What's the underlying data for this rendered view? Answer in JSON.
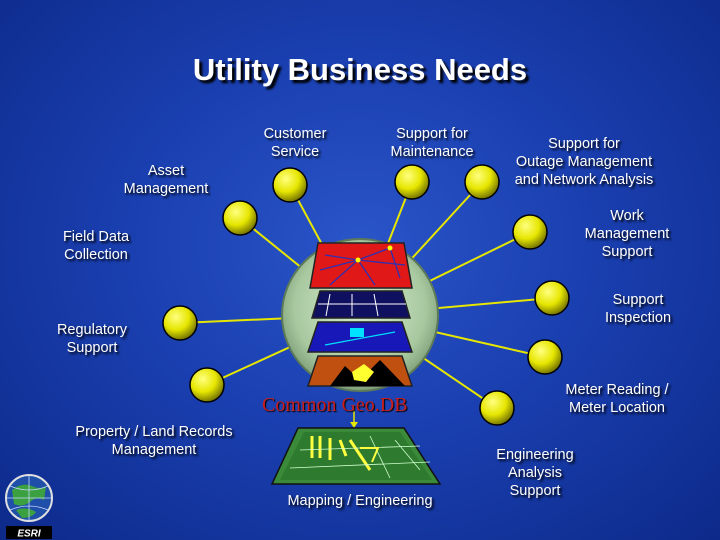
{
  "title": "Utility Business Needs",
  "center_label": "Common Geo.DB",
  "labels": {
    "customer_service": [
      "Customer",
      "Service"
    ],
    "support_maintenance": [
      "Support for",
      "Maintenance"
    ],
    "outage_management": [
      "Support for",
      "Outage Management",
      "and Network Analysis"
    ],
    "asset_management": [
      "Asset",
      "Management"
    ],
    "field_data": [
      "Field Data",
      "Collection"
    ],
    "work_management": [
      "Work",
      "Management",
      "Support"
    ],
    "support_inspection": [
      "Support",
      "Inspection"
    ],
    "regulatory_support": [
      "Regulatory",
      "Support"
    ],
    "meter_reading": [
      "Meter Reading /",
      "Meter Location"
    ],
    "property_land": [
      "Property / Land Records",
      "Management"
    ],
    "mapping_engineering": [
      "Mapping / Engineering"
    ],
    "engineering_analysis": [
      "Engineering",
      "Analysis",
      "Support"
    ]
  },
  "logo_text": "ESRI",
  "colors": {
    "background": "#1a3fb0",
    "node_fill": "#e6e600",
    "spoke": "#e6e600",
    "title": "#ffffff",
    "center_label": "#c81e1e"
  }
}
